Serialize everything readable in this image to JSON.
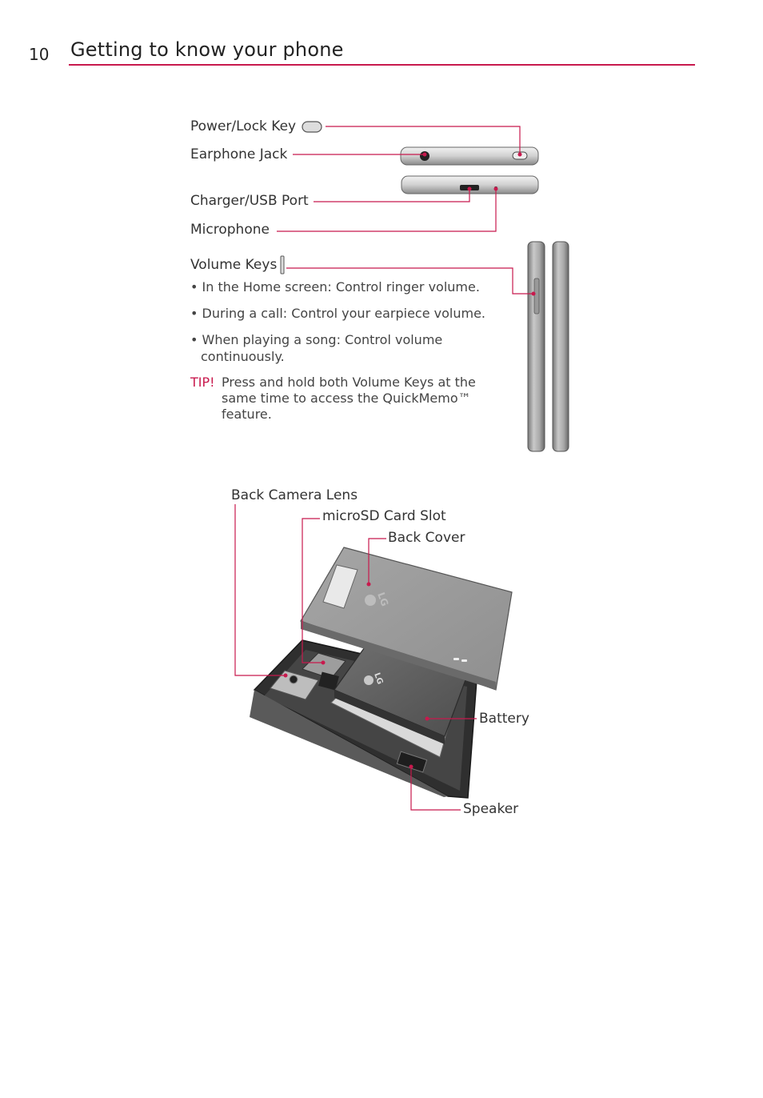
{
  "header": {
    "page_number": "10",
    "title": "Getting to know your phone"
  },
  "labels": {
    "power_lock": "Power/Lock Key",
    "earphone_jack": "Earphone Jack",
    "charger_port": "Charger/USB Port",
    "microphone": "Microphone",
    "volume_keys": "Volume Keys",
    "back_camera": "Back Camera Lens",
    "microsd": "microSD Card Slot",
    "back_cover": "Back Cover",
    "battery": "Battery",
    "speaker": "Speaker",
    "logo": "LG"
  },
  "volume_bullets": [
    "• In the Home screen: Control ringer volume.",
    "• During a call: Control your earpiece volume.",
    "• When playing a song: Control volume",
    "continuously."
  ],
  "tip": {
    "label": "TIP!",
    "lines": [
      "Press and hold both Volume Keys at the",
      "same time to access the QuickMemo™",
      "feature."
    ]
  },
  "colors": {
    "accent": "#c8194d",
    "phone_gray": "#9a9a9a",
    "phone_dark": "#3c3c3c"
  }
}
